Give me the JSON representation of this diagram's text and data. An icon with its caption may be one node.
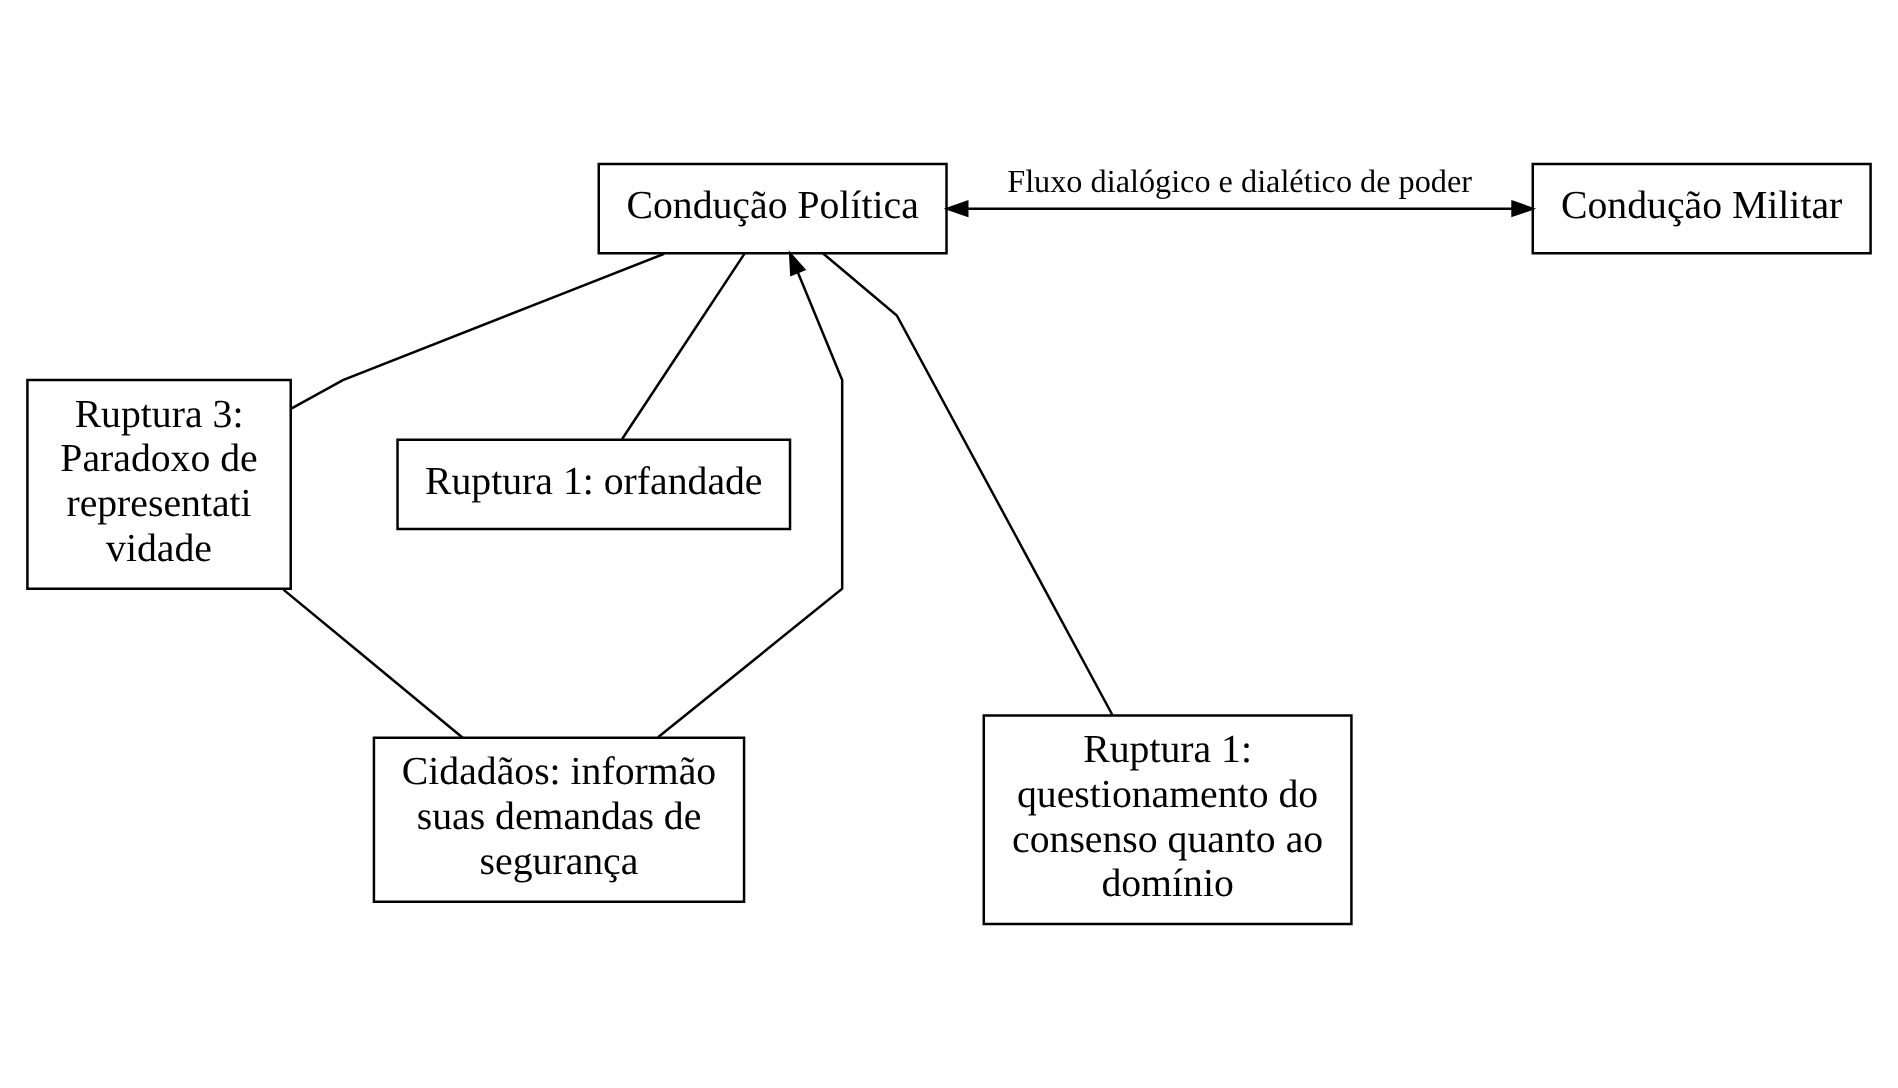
{
  "diagram": {
    "nodes": [
      {
        "text": [
          "Condução Política"
        ]
      },
      {
        "text": [
          "Condução Militar"
        ]
      },
      {
        "text": [
          "Ruptura 3: Paradoxo de representatividade"
        ]
      },
      {
        "text": [
          "Ruptura 1: orfandade"
        ]
      },
      {
        "text": [
          "Cidadãos: informão suas demandas de segurança"
        ]
      },
      {
        "text": [
          "Ruptura 1: questionamento do consenso quanto ao domínio"
        ]
      }
    ],
    "edges": [
      {
        "from": 0,
        "to": 1,
        "arrow": "both",
        "label": "Fluxo dialógico e dialético de poder"
      },
      {
        "from": 0,
        "to": 2,
        "arrow": "none"
      },
      {
        "from": 2,
        "to": 4,
        "arrow": "none"
      },
      {
        "from": 4,
        "to": 0,
        "arrow": "to"
      },
      {
        "from": 0,
        "to": 3,
        "arrow": "none"
      },
      {
        "from": 0,
        "to": 5,
        "arrow": "none"
      }
    ]
  }
}
